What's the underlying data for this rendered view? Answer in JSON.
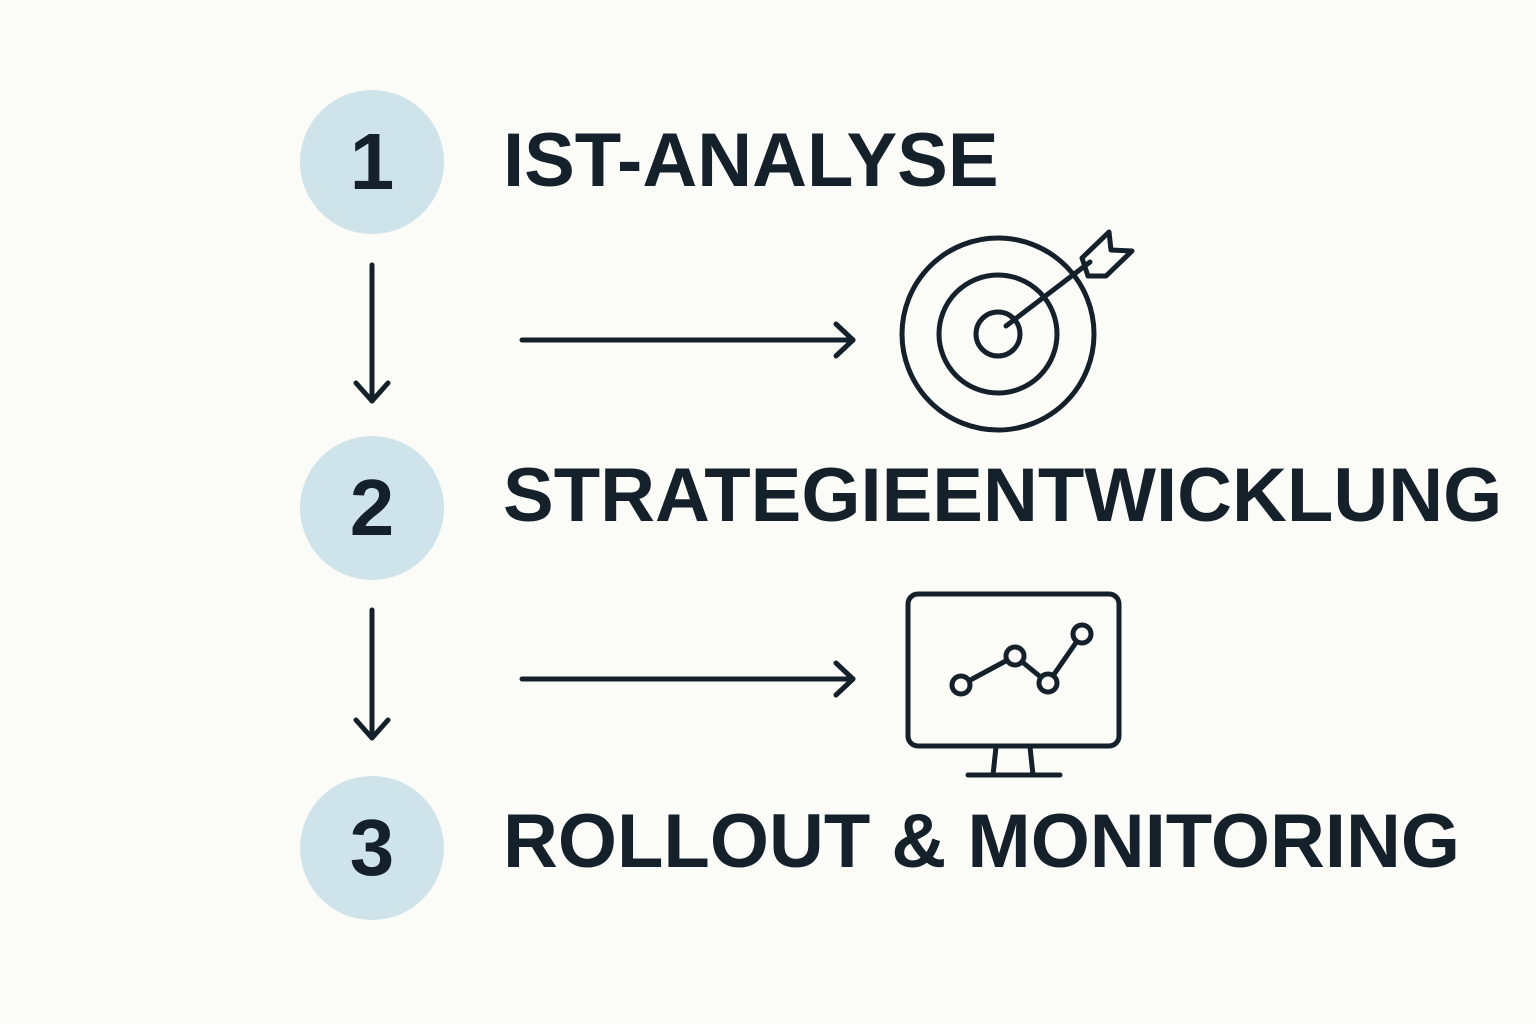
{
  "colors": {
    "background": "#fbfbf8",
    "circle_fill": "#cfe3ea",
    "ink": "#14202a"
  },
  "steps": [
    {
      "number": "1",
      "label": "IST-ANALYSE"
    },
    {
      "number": "2",
      "label": "STRATEGIEENTWICKLUNG"
    },
    {
      "number": "3",
      "label": "ROLLOUT & MONITORING"
    }
  ],
  "icons": {
    "strategy": "target-with-arrow-icon",
    "rollout": "monitor-line-chart-icon"
  }
}
